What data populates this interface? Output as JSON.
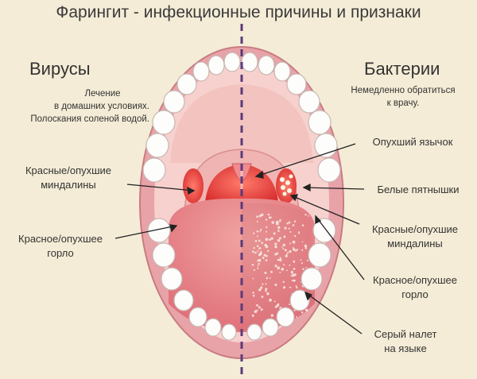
{
  "title": "Фарингит - инфекционные причины и признаки",
  "left": {
    "heading": "Вирусы",
    "note_lines": [
      "Лечение",
      "в домашних условиях.",
      "Полоскания соленой водой."
    ],
    "labels": {
      "tonsils": [
        "Красные/опухшие",
        "миндалины"
      ],
      "throat": [
        "Красное/опухшее",
        "горло"
      ]
    }
  },
  "right": {
    "heading": "Бактерии",
    "note_lines": [
      "Немедленно обратиться",
      "к врачу."
    ],
    "labels": {
      "uvula": [
        "Опухший язычок"
      ],
      "spots": [
        "Белые пятнышки"
      ],
      "tonsils": [
        "Красные/опухшие",
        "миндалины"
      ],
      "throat": [
        "Красное/опухшее",
        "горло"
      ],
      "tongue": [
        "Серый налет",
        "на языке"
      ]
    }
  },
  "colors": {
    "background": "#f4ecd6",
    "lips": "#e8a3a8",
    "mouth_inner": "#f1c6c4",
    "tongue": "#e2767a",
    "throat_red": "#e53a3a",
    "divider": "#5b3a7a"
  }
}
